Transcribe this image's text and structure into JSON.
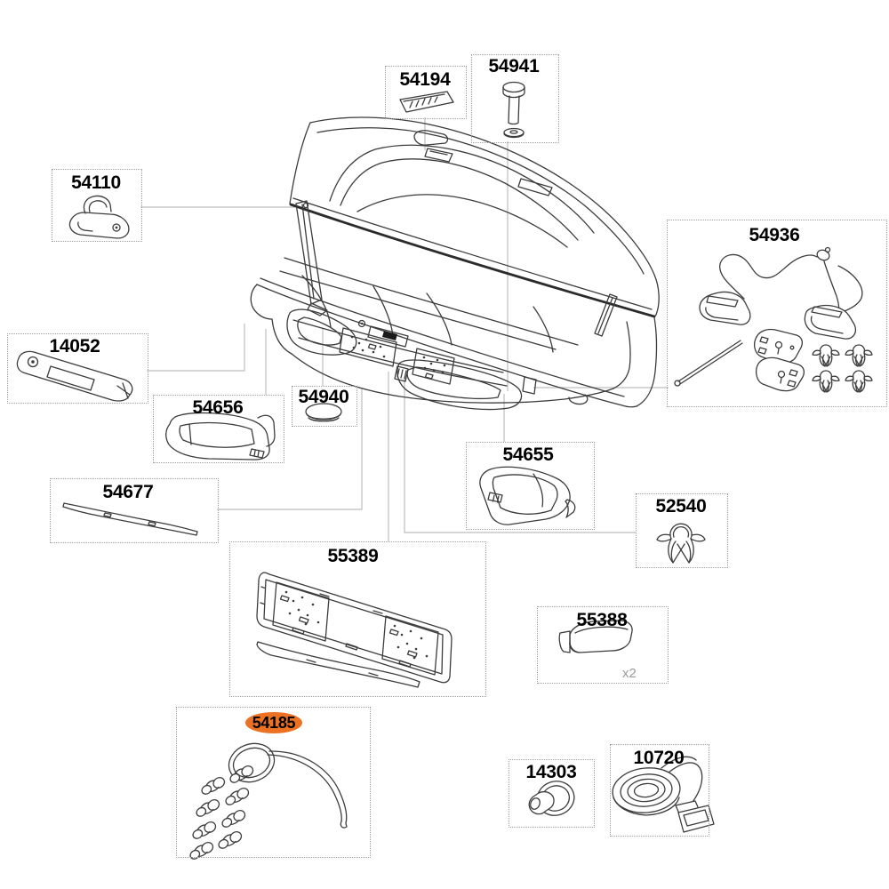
{
  "diagram": {
    "kind": "exploded-parts-diagram",
    "subject": "roof cargo box with open lid",
    "background_color": "#ffffff",
    "line_color": "#3c3c3c",
    "leader_line_color": "#bdbdbd",
    "box_border_color": "#9e9e9e",
    "highlight_color": "#EC7123"
  },
  "parts": [
    {
      "number": "54194",
      "icon": "logo-sticker"
    },
    {
      "number": "54941",
      "icon": "bolt-and-washer"
    },
    {
      "number": "54110",
      "icon": "lid-hook-bracket"
    },
    {
      "number": "54936",
      "icon": "light-kit-wiring"
    },
    {
      "number": "14052",
      "icon": "handle-plate"
    },
    {
      "number": "54656",
      "icon": "corner-cover-left"
    },
    {
      "number": "54940",
      "icon": "oval-plug-cap"
    },
    {
      "number": "54677",
      "icon": "trim-strip"
    },
    {
      "number": "54655",
      "icon": "corner-cover-right"
    },
    {
      "number": "52540",
      "icon": "cable-clip"
    },
    {
      "number": "55389",
      "icon": "plate-holder-panel"
    },
    {
      "number": "55388",
      "icon": "end-cap",
      "quantity_note": "x2"
    },
    {
      "number": "54185",
      "icon": "cord-and-toggles-kit",
      "highlighted": true
    },
    {
      "number": "14303",
      "icon": "grommet-pin"
    },
    {
      "number": "10720",
      "icon": "strap-with-buckle"
    }
  ]
}
